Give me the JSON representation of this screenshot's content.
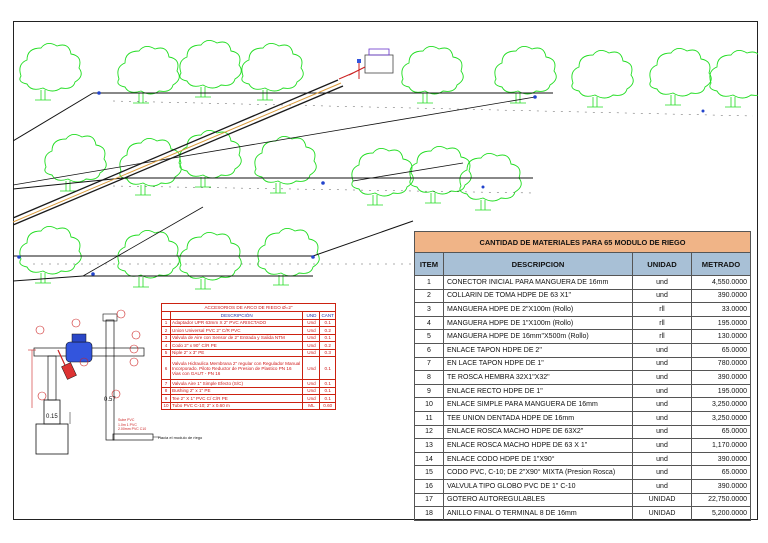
{
  "materials": {
    "title": "CANTIDAD DE MATERIALES PARA  65 MODULO DE RIEGO",
    "headers": [
      "ITEM",
      "DESCRIPCION",
      "UNIDAD",
      "METRADO"
    ],
    "rows": [
      [
        "1",
        "CONECTOR INICIAL PARA MANGUERA  DE 16mm",
        "und",
        "4,550.0000"
      ],
      [
        "2",
        "COLLARIN DE TOMA  HDPE DE 63 X1\"",
        "und",
        "390.0000"
      ],
      [
        "3",
        "MANGUERA HDPE DE 2\"X100m (Rollo)",
        "rll",
        "33.0000"
      ],
      [
        "4",
        "MANGUERA HDPE DE 1\"X100m (Rollo)",
        "rll",
        "195.0000"
      ],
      [
        "5",
        "MANGUERA HDPE DE 16mm\"X500m (Rollo)",
        "rll",
        "130.0000"
      ],
      [
        "6",
        "ENLACE TAPON  HDPE DE 2\"",
        "und",
        "65.0000"
      ],
      [
        "7",
        "EN LACE TAPON  HDPE DE 1\"",
        "und",
        "780.0000"
      ],
      [
        "8",
        "TE ROSCA HEMBRA 32X1\"X32\"",
        "und",
        "390.0000"
      ],
      [
        "9",
        "ENLACE RECTO HDPE DE 1\"",
        "und",
        "195.0000"
      ],
      [
        "10",
        "ENLACE SIMPLE PARA MANGUERA DE 16mm",
        "und",
        "3,250.0000"
      ],
      [
        "11",
        "TEE UNION DENTADA HDPE DE 16mm",
        "und",
        "3,250.0000"
      ],
      [
        "12",
        "ENLACE ROSCA MACHO HDPE DE 63X2\"",
        "und",
        "65.0000"
      ],
      [
        "13",
        "ENLACE ROSCA MACHO HDPE DE 63 X 1\"",
        "und",
        "1,170.0000"
      ],
      [
        "14",
        "ENLACE CODO  HDPE DE 1\"X90°",
        "und",
        "390.0000"
      ],
      [
        "15",
        "CODO PVC,  C-10; DE 2\"X90° MIXTA  (Presion Rosca)",
        "und",
        "65.0000"
      ],
      [
        "16",
        "VALVULA TIPO GLOBO PVC DE 1\" C-10",
        "und",
        "390.0000"
      ],
      [
        "17",
        "GOTERO AUTOREGULABLES",
        "UNIDAD",
        "22,750.0000"
      ],
      [
        "18",
        "ANILLO FINAL O TERMINAL 8  DE 16mm",
        "UNIDAD",
        "5,200.0000"
      ]
    ]
  },
  "accessories": {
    "title": "ACCESORIOS DE ARCO DE RIEGO Ø=2\"",
    "headers": [
      "DESCRIPCIÓN",
      "UND",
      "CANT"
    ],
    "rows": [
      [
        "1",
        "Adaptador UPR 63mm X 2\" PVC ARISCTADO",
        "Und",
        "0.1"
      ],
      [
        "2",
        "Union Universal PVC 2\" C/R PVC",
        "Und",
        "0.2"
      ],
      [
        "3",
        "Valvula de Aire con Sensor de 2\" Entrada y Salida NTM",
        "Und",
        "0.1"
      ],
      [
        "4",
        "Codo 2\" x 90° C/R PE",
        "Und",
        "0.2"
      ],
      [
        "5",
        "Niple 2\" x 3\" PE",
        "Und",
        "0.3"
      ],
      [
        "6",
        "Valvula Hidraulica Membrana 2\" regular con Regulador Manual Incorporado. Piloto Reductor de Presion de Plastico PN 16 Vias con GAUT - PN 16",
        "Und",
        "0.1"
      ],
      [
        "7",
        "Valvula Aire 1\" Simple Efecto (S/C)",
        "Und",
        "0.1"
      ],
      [
        "8",
        "Bushing 2\" x 1\" PE",
        "Und",
        "0.1"
      ],
      [
        "9",
        "Tee 2\" X 1\" PVC C/ C/R PE",
        "Und",
        "0.1"
      ],
      [
        "10",
        "Tubo PVC C-10; 2\" x 0.60 m",
        "ML",
        "0.60"
      ]
    ]
  },
  "detail": {
    "dim_057": "0.57",
    "dim_015": "0.15",
    "note_text": "Hacia el modulo de riego",
    "legend_lines": [
      "Sube    PVC",
      "1.0m  1 PVC",
      "2.00mm PVC  C10"
    ]
  },
  "colors": {
    "tree": "#22dd22",
    "pipe": "#111111",
    "title_bg": "#f0b487",
    "header_bg": "#a8c0d6",
    "accessory_red": "#d01818"
  }
}
